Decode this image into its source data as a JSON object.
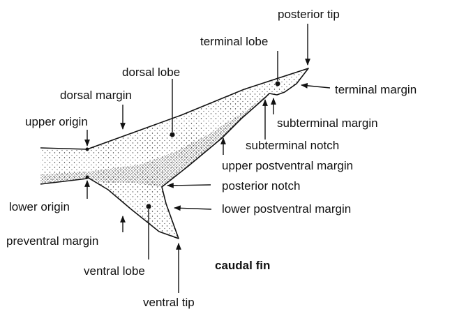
{
  "caption": "caudal fin",
  "labels": {
    "posterior_tip": "posterior tip",
    "terminal_lobe": "terminal lobe",
    "terminal_margin": "terminal margin",
    "dorsal_lobe": "dorsal lobe",
    "dorsal_margin": "dorsal margin",
    "upper_origin": "upper origin",
    "subterminal_margin": "subterminal margin",
    "subterminal_notch": "subterminal notch",
    "upper_postventral_margin": "upper postventral margin",
    "posterior_notch": "posterior notch",
    "lower_origin": "lower origin",
    "lower_postventral_margin": "lower postventral margin",
    "preventral_margin": "preventral margin",
    "ventral_lobe": "ventral lobe",
    "ventral_tip": "ventral tip"
  }
}
